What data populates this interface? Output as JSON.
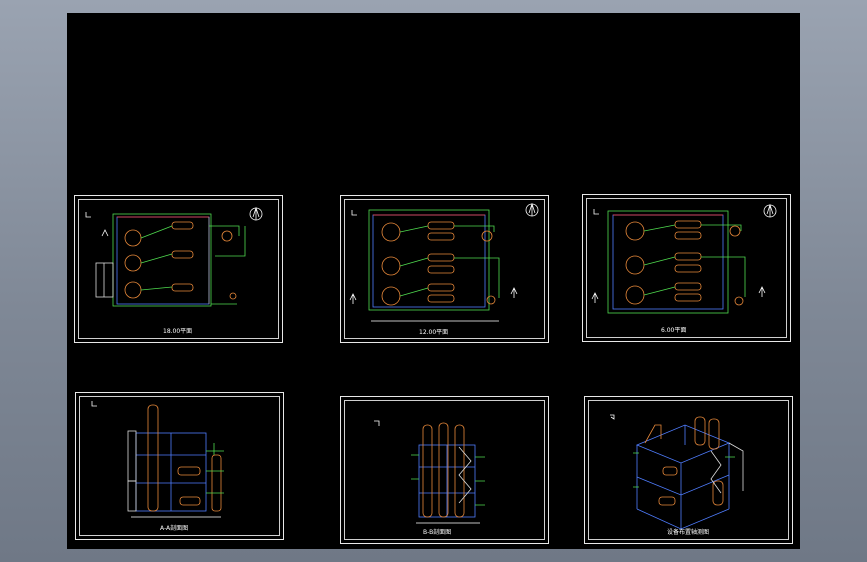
{
  "sheets": [
    {
      "id": "plan-top",
      "caption": "18.00平面"
    },
    {
      "id": "plan-mid",
      "caption": "12.00平面"
    },
    {
      "id": "plan-low",
      "caption": "6.00平面"
    },
    {
      "id": "section-a",
      "caption": "A-A剖面图"
    },
    {
      "id": "section-b",
      "caption": "B-B剖面图"
    },
    {
      "id": "isometric",
      "caption": "设备布置轴测图"
    }
  ],
  "colors": {
    "background": "#000000",
    "frame": "#ffffff",
    "structure_blue": "#4f7dff",
    "equipment_orange": "#e8893a",
    "pipe_green": "#4fdc4f",
    "annotation_yellow": "#ffff66",
    "annotation_white": "#ffffff"
  }
}
